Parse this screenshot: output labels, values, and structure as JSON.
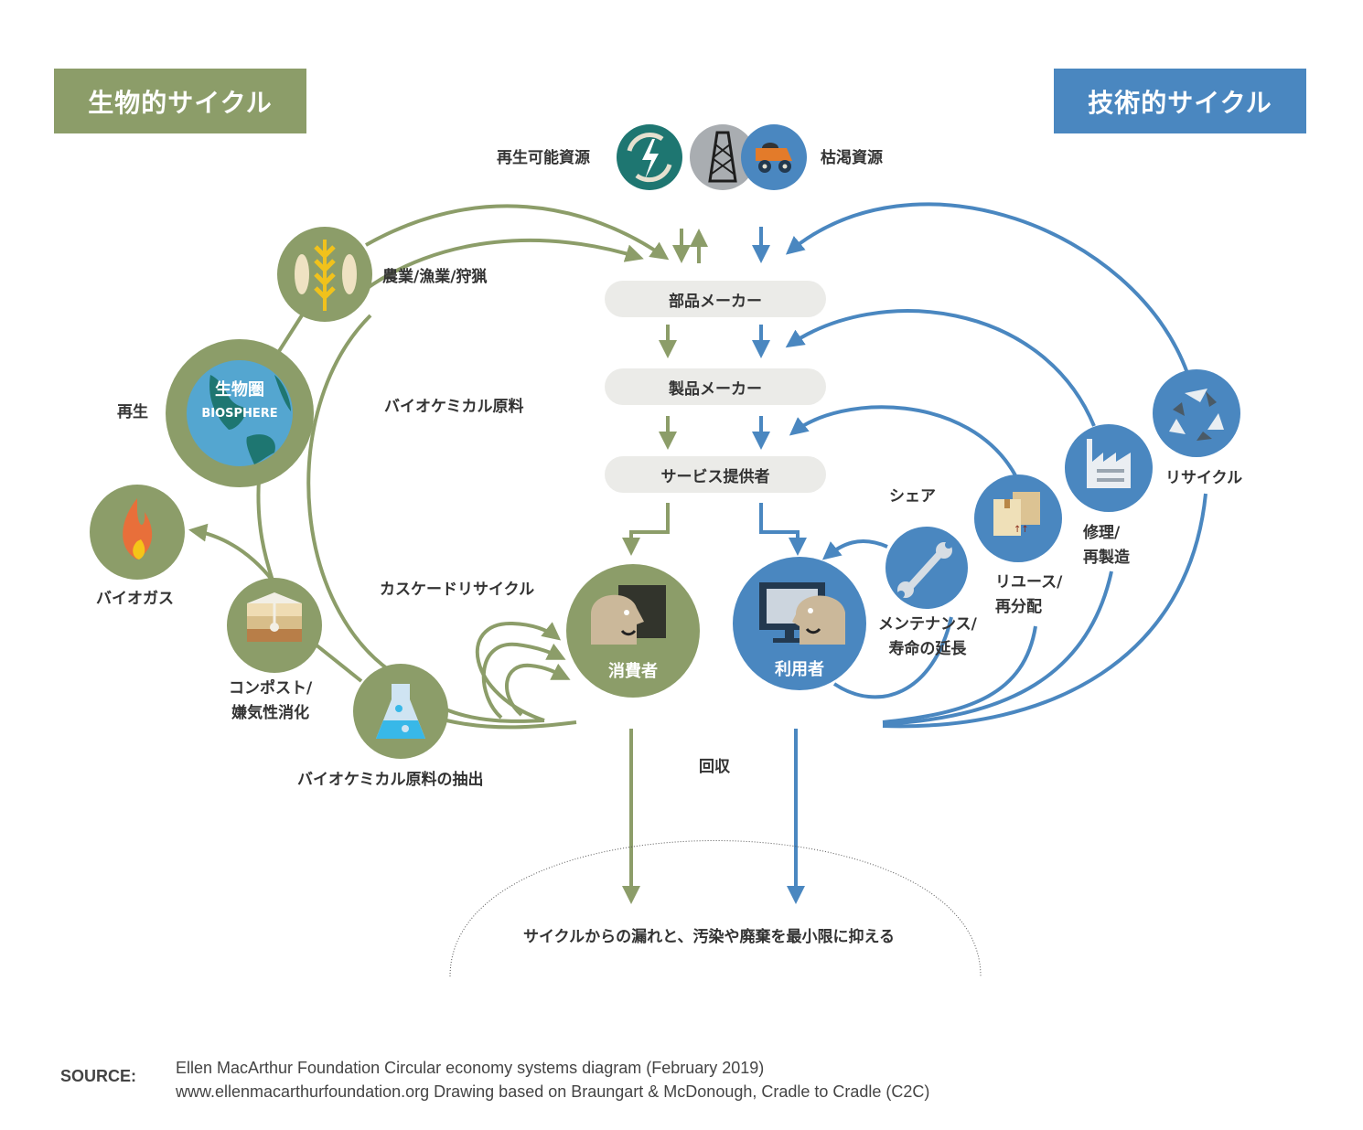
{
  "headers": {
    "biological": "生物的サイクル",
    "technical": "技術的サイクル"
  },
  "colors": {
    "biological": "#8c9d69",
    "technical": "#4a87c0",
    "pill_bg": "#ebebe8",
    "text": "#333333",
    "renewable_icon": "#1e7671",
    "finite_icon_gray": "#a9adb1"
  },
  "resources": {
    "renewable": "再生可能資源",
    "finite": "枯渇資源",
    "icons": [
      "renewable-energy-icon",
      "oil-derrick-icon",
      "mining-truck-icon"
    ]
  },
  "value_chain": [
    {
      "label": "部品メーカー"
    },
    {
      "label": "製品メーカー"
    },
    {
      "label": "サービス提供者"
    }
  ],
  "biological_cycle": {
    "farming": "農業/漁業/狩猟",
    "regeneration": "再生",
    "biosphere_jp": "生物圏",
    "biosphere_en": "BIOSPHERE",
    "biochemical_feedstock": "バイオケミカル原料",
    "biogas": "バイオガス",
    "cascades": "カスケードリサイクル",
    "compost": [
      "コンポスト/",
      "嫌気性消化"
    ],
    "extraction": "バイオケミカル原料の抽出",
    "consumer": "消費者"
  },
  "technical_cycle": {
    "user": "利用者",
    "share": "シェア",
    "maintain": [
      "メンテナンス/",
      "寿命の延長"
    ],
    "reuse": [
      "リユース/",
      "再分配"
    ],
    "refurbish": [
      "修理/",
      "再製造"
    ],
    "recycle": "リサイクル"
  },
  "collection": "回収",
  "leakage": "サイクルからの漏れと、汚染や廃棄を最小限に抑える",
  "source": {
    "label": "SOURCE:",
    "line1": "Ellen MacArthur Foundation Circular economy systems diagram (February 2019)",
    "line2": "www.ellenmacarthurfoundation.org Drawing based on Braungart & McDonough, Cradle to Cradle (C2C)"
  }
}
